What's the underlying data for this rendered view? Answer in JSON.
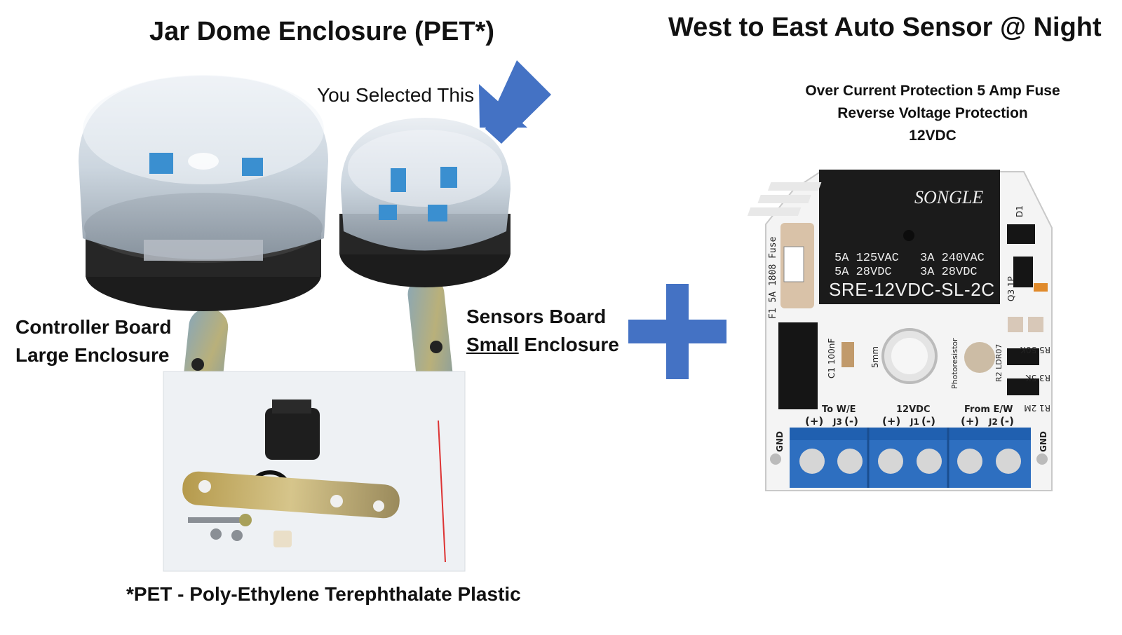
{
  "titles": {
    "left": "Jar Dome Enclosure (PET*)",
    "right": "West to East Auto Sensor @ Night"
  },
  "callout": "You Selected This",
  "controller": {
    "line1": "Controller Board",
    "line2": "Large Enclosure"
  },
  "sensors": {
    "line1": "Sensors Board",
    "underlined": "Small",
    "rest": " Enclosure"
  },
  "specs": [
    "Over Current Protection 5 Amp Fuse",
    "Reverse Voltage Protection",
    "12VDC"
  ],
  "footnote": "*PET - Poly-Ethylene Terephthalate Plastic",
  "relay": {
    "brand": "SONGLE",
    "rating1": "5A  125VAC",
    "rating2": "5A  28VDC",
    "rating3": "3A  240VAC",
    "rating4": "3A  28VDC",
    "model": "SRE-12VDC-SL-2C"
  },
  "board": {
    "fuse": "F1 5A 1808 Fuse",
    "to": "To W/E",
    "mid": "12VDC",
    "from": "From E/W",
    "j3": "J3",
    "j1": "J1",
    "j2": "J2",
    "gnd": "GND",
    "photo": "Photoresistor",
    "ldr": "R2 LDR07",
    "cap": "C1 100nF",
    "led": "5mm",
    "r5": "R5 50K",
    "r3": "R3 5K",
    "r1": "R1 2M",
    "d1": "D1",
    "q3": "Q3 1P",
    "plus": "(+)",
    "minus": "(-)"
  },
  "colors": {
    "accent": "#4472c4",
    "terminal": "#2e6fc0",
    "relay": "#1b1b1b",
    "board": "#f4f4f4"
  }
}
